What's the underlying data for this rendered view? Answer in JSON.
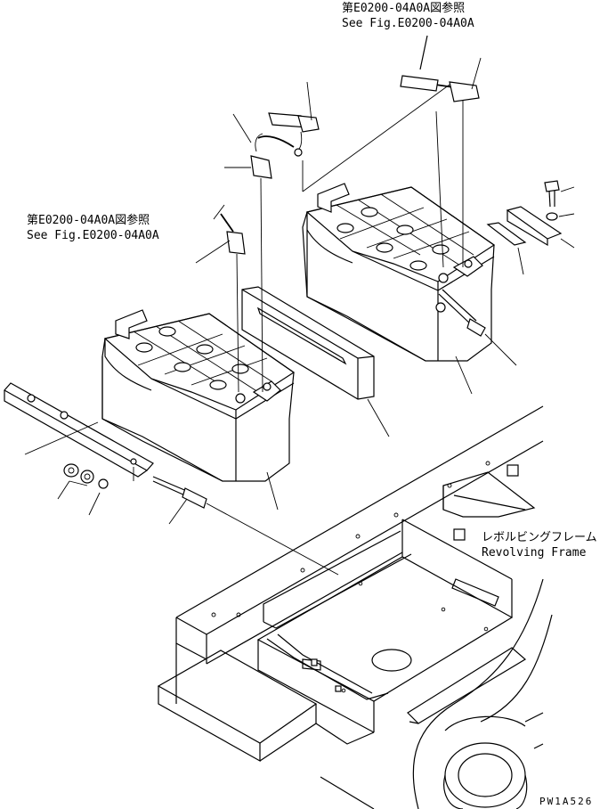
{
  "callouts": {
    "top_ref_jp": "第E0200-04A0A図参照",
    "top_ref_en": "See Fig.E0200-04A0A",
    "left_ref_jp": "第E0200-04A0A図参照",
    "left_ref_en": "See Fig.E0200-04A0A",
    "frame_jp": "レボルビングフレーム",
    "frame_en": "Revolving Frame"
  },
  "drawing_number": "PW1A526"
}
